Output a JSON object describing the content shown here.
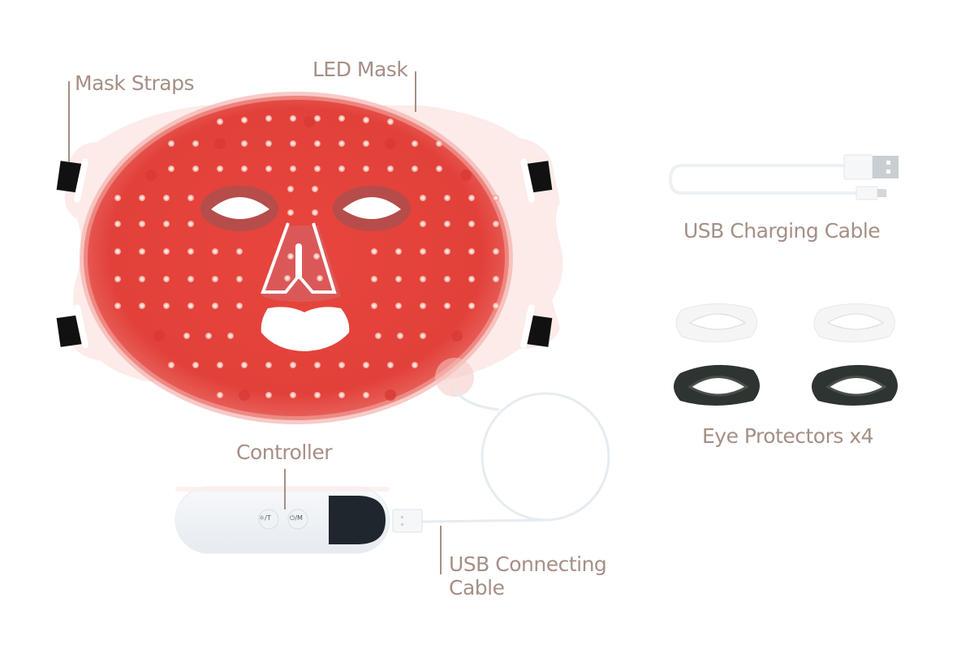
{
  "labels": {
    "mask_straps": "Mask Straps",
    "led_mask": "LED Mask",
    "usb_charging_cable": "USB Charging Cable",
    "eye_protectors": "Eye Protectors x4",
    "controller": "Controller",
    "usb_connecting_cable_line1": "USB Connecting",
    "usb_connecting_cable_line2": "Cable"
  },
  "controller": {
    "button_brightness_timer": "☼/T",
    "button_power_mode": "⏻/M"
  },
  "colors": {
    "label": "#a58f86",
    "mask_red": "#e2403a",
    "mask_frame": "#fbe4e2",
    "strap_black": "#111111",
    "eye_protector_dark": "#2e3431",
    "eye_protector_light": "#f4f4f4",
    "screen_dark": "#1f262d",
    "cable": "#e9eef3"
  },
  "eye_protectors": {
    "white_count": 2,
    "dark_count": 2
  }
}
